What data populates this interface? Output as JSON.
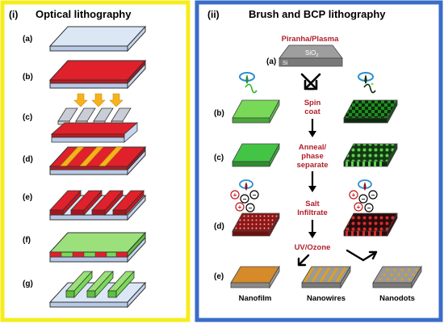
{
  "left_panel": {
    "tag": "(i)",
    "title": "Optical lithography",
    "border_color": "#f6ec1c",
    "rows": [
      "(a)",
      "(b)",
      "(c)",
      "(d)",
      "(e)",
      "(f)",
      "(g)"
    ]
  },
  "right_panel": {
    "tag": "(ii)",
    "title": "Brush and BCP lithography",
    "border_color": "#3a6cc8",
    "substrate": {
      "treatment": "Piranha/Plasma",
      "oxide": "SiO",
      "oxide_sub": "2",
      "silicon": "Si"
    },
    "rows": [
      "(a)",
      "(b)",
      "(c)",
      "(d)",
      "(e)"
    ],
    "steps": {
      "spin_1": "Spin",
      "spin_2": "coat",
      "anneal_1": "Anneal/",
      "anneal_2": "phase",
      "anneal_3": "separate",
      "salt_1": "Salt",
      "salt_2": "Infiltrate",
      "uv": "UV/Ozone"
    },
    "results": [
      "Nanofilm",
      "Nanowires",
      "Nanodots"
    ]
  },
  "colors": {
    "substrate": "#dbe7f5",
    "resist": "#e0202a",
    "light": "#f7b21c",
    "gray": "#a8a8a8",
    "green": "#77d957",
    "dark_green": "#123a12",
    "salt_red": "#9a1a1a",
    "oxide_orange": "#d68a2a"
  }
}
